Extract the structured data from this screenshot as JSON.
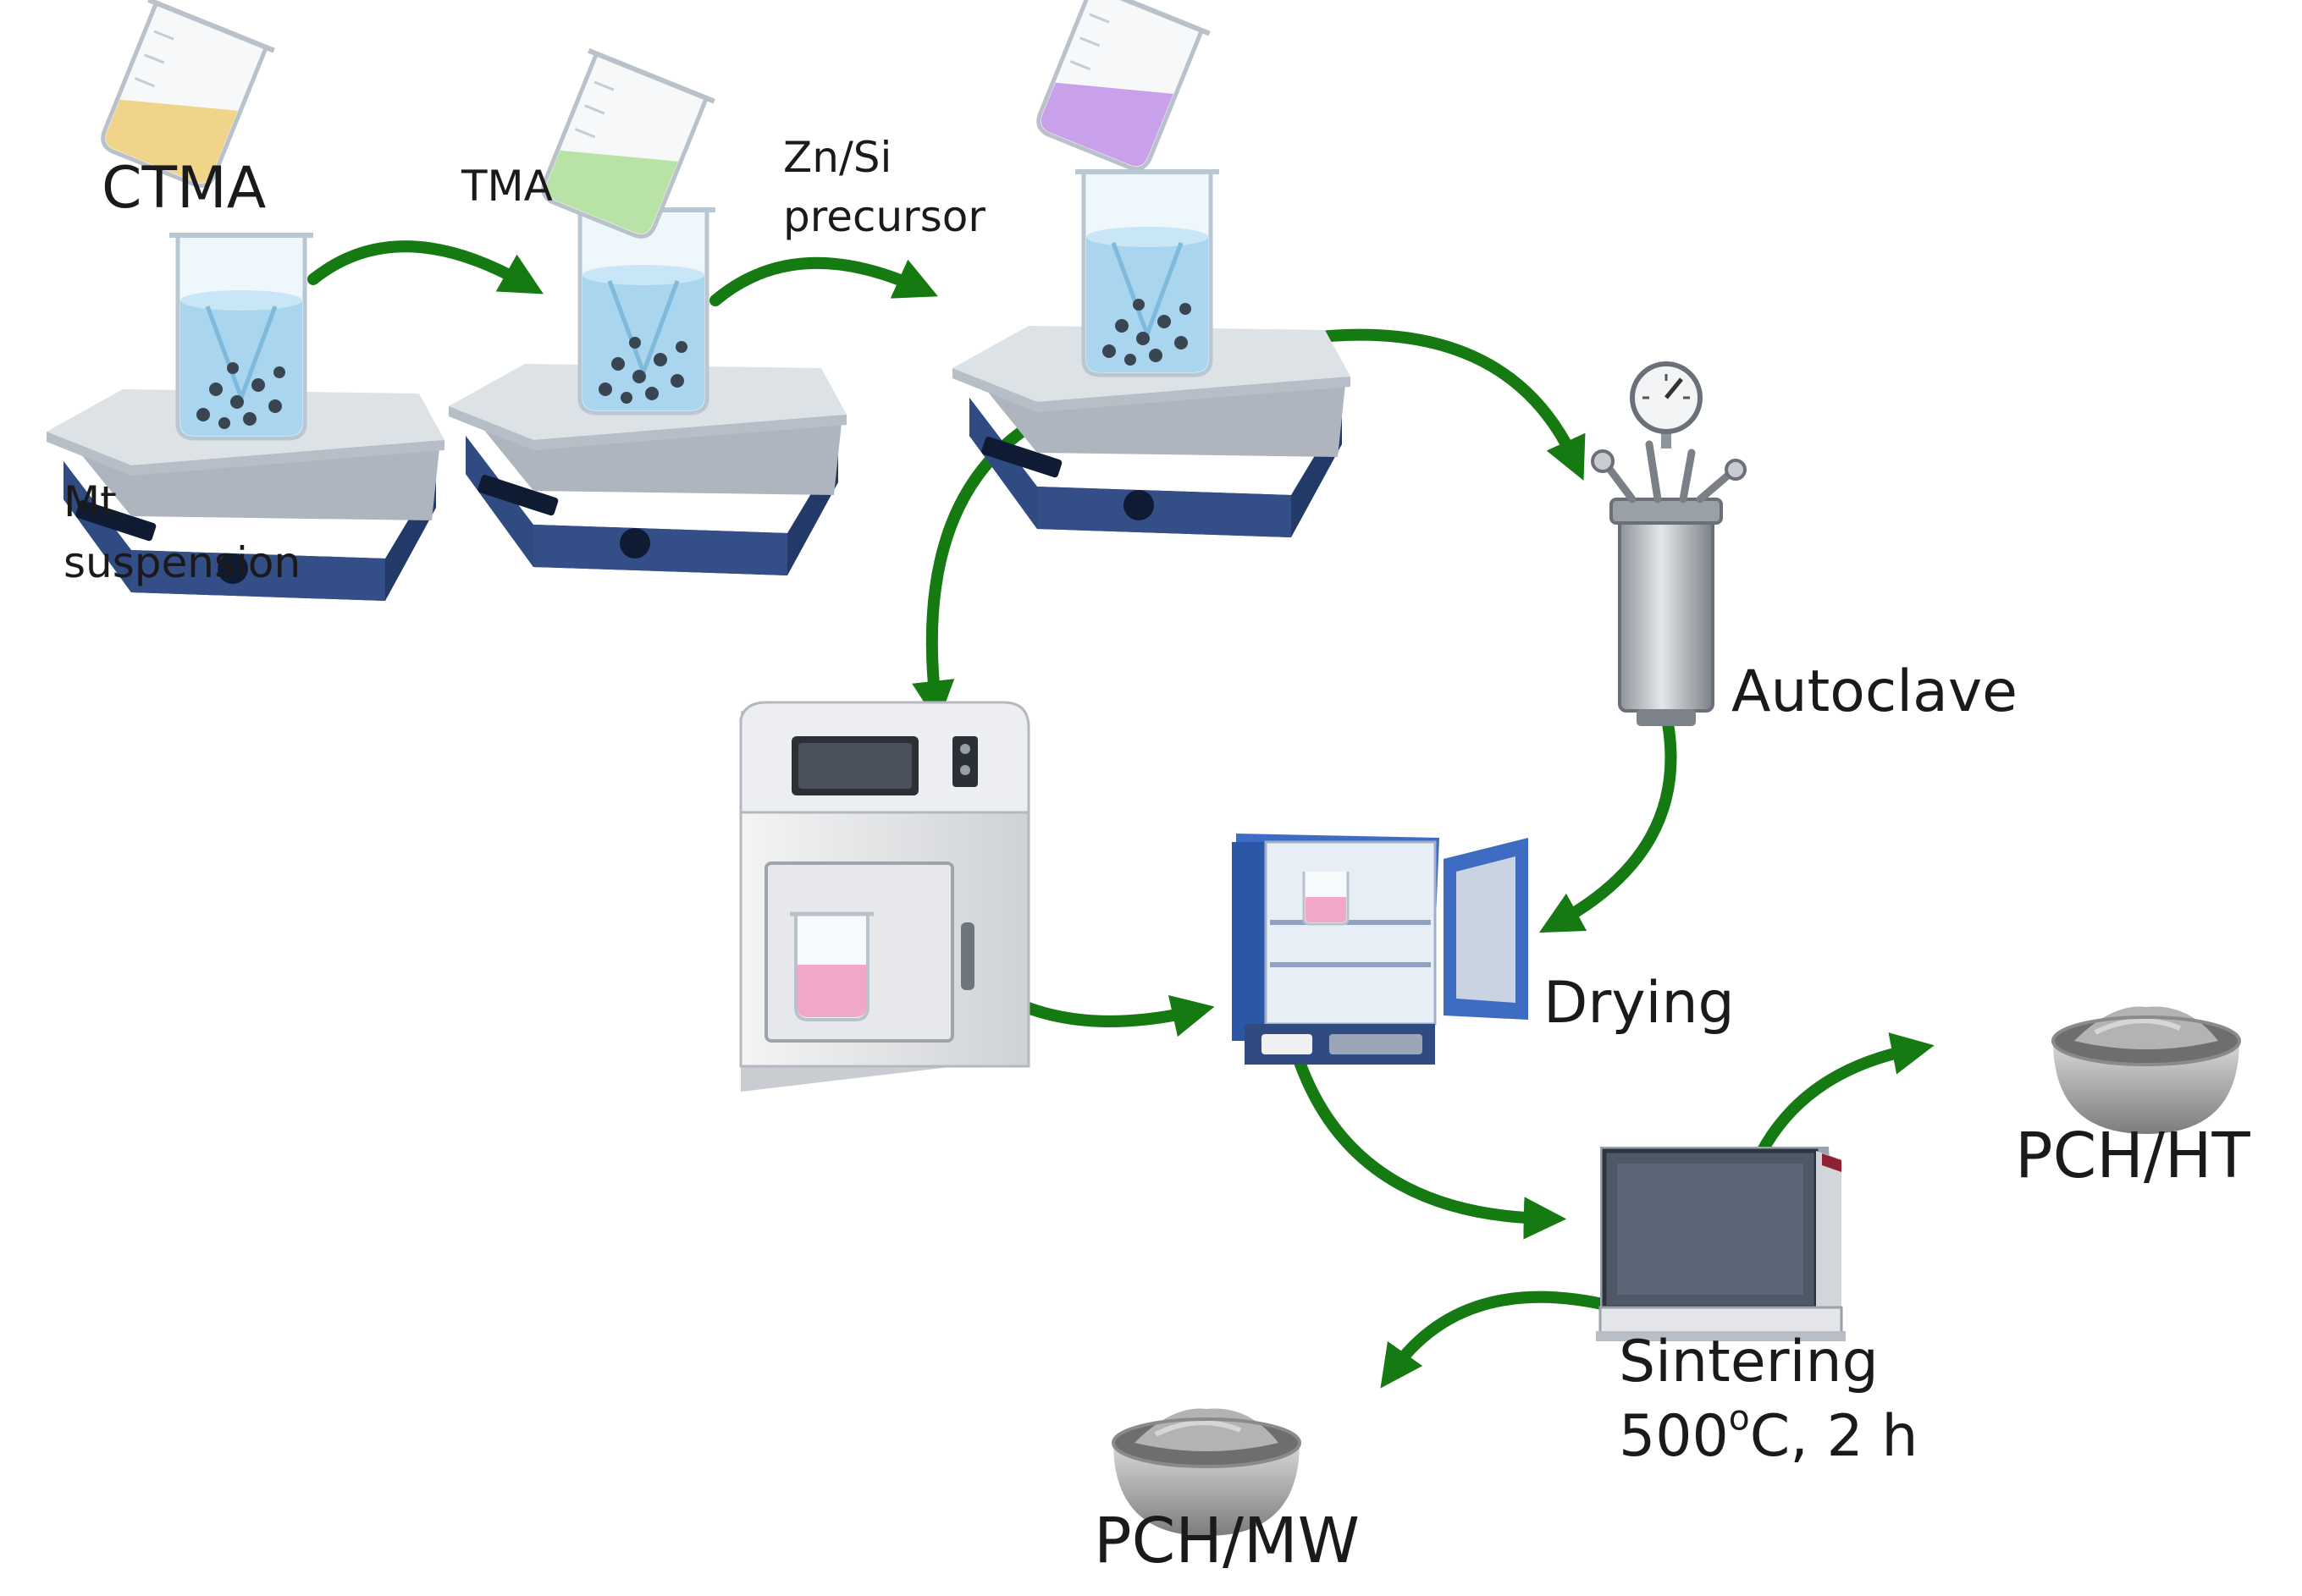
{
  "labels": {
    "ctma": "CTMA",
    "tma": "TMA",
    "zn_si_line1": "Zn/Si",
    "zn_si_line2": "precursor",
    "mt_line1": "Mt",
    "mt_line2": "suspension",
    "autoclave": "Autoclave",
    "drying": "Drying",
    "sintering_line1": "Sintering",
    "sintering_temp": "500",
    "sintering_degree": "o",
    "sintering_rest": "C, 2 h",
    "pch_ht": "PCH/HT",
    "pch_mw": "PCH/MW"
  },
  "colors": {
    "arrow": "#157a12",
    "stirrer_body": "#2f4b82",
    "stirrer_plate": "#c9cfd6",
    "water": "#a9d6ee",
    "ctma_liquid": "#f0d48a",
    "tma_liquid": "#b9e3a6",
    "precursor_liquid": "#c9a0ea",
    "oven_blue": "#3d6cc2",
    "pink_liquid": "#f2a6c8",
    "furnace_dark": "#4e5866",
    "bowl_grey": "#9c9c9c"
  },
  "icons": [
    "magnetic-stirrer-icon",
    "beaker-icon",
    "pouring-beaker-icon",
    "autoclave-icon",
    "microwave-reactor-icon",
    "drying-oven-icon",
    "furnace-icon",
    "bowl-icon"
  ]
}
